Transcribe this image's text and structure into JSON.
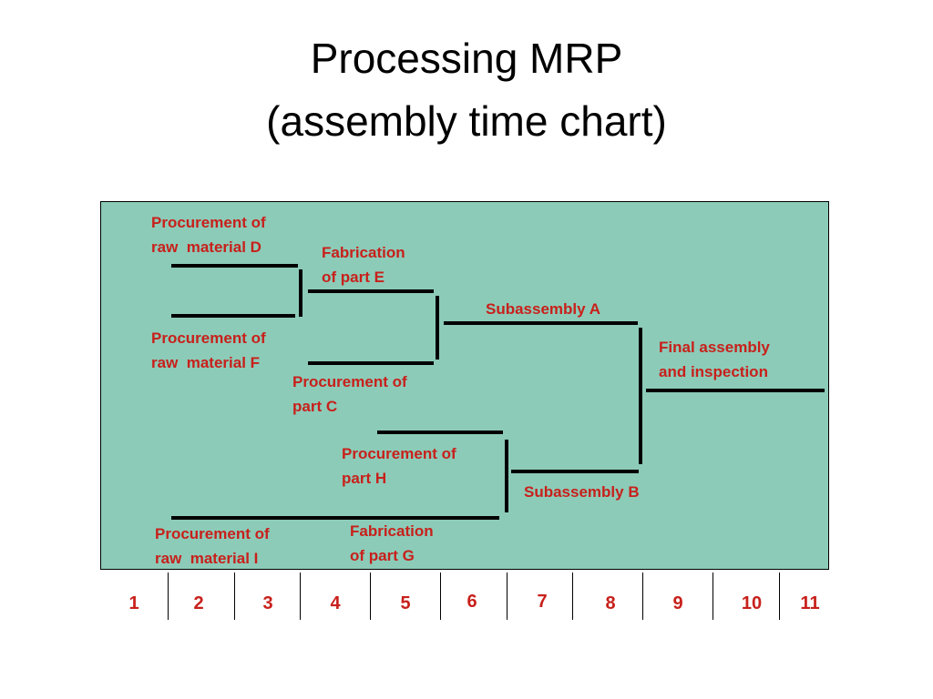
{
  "title": {
    "line1": "Processing MRP",
    "line2": "(assembly time chart)"
  },
  "labels": {
    "raw_material_d": "Procurement of\nraw  material D",
    "fabrication_e": "Fabrication\nof part E",
    "subassembly_a": "Subassembly A",
    "raw_material_f": "Procurement of\nraw  material F",
    "final_assembly": "Final assembly\nand inspection",
    "part_c": "Procurement of\npart C",
    "part_h": "Procurement of\npart H",
    "subassembly_b": "Subassembly B",
    "raw_material_i": "Procurement of\nraw  material I",
    "fabrication_g": "Fabrication\nof part G"
  },
  "timeline": [
    "1",
    "2",
    "3",
    "4",
    "5",
    "6",
    "7",
    "8",
    "9",
    "10",
    "11"
  ],
  "colors": {
    "panel": "#8ccbb8",
    "label": "#c8201b",
    "line": "#000000"
  }
}
